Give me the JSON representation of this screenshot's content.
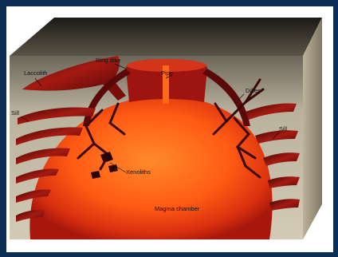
{
  "labels": {
    "laccolith": "Laccolith",
    "ring_dike": "Ring dike",
    "pipe": "Pipe",
    "dikes": "Dikes",
    "sill_left": "Sill",
    "sill_right": "Sill",
    "xenoliths": "Xenoliths",
    "magma_chamber": "Magma chamber"
  },
  "colors": {
    "frame": "#0d2f56",
    "rock_front": "#cfc7b2",
    "rock_top": "#a59f8d",
    "rock_side": "#9c927b",
    "magma_core": "#ff6a1a",
    "magma_edge": "#b81d10",
    "intrusion": "#8a1010",
    "intrusion_dark": "#3a0606"
  }
}
